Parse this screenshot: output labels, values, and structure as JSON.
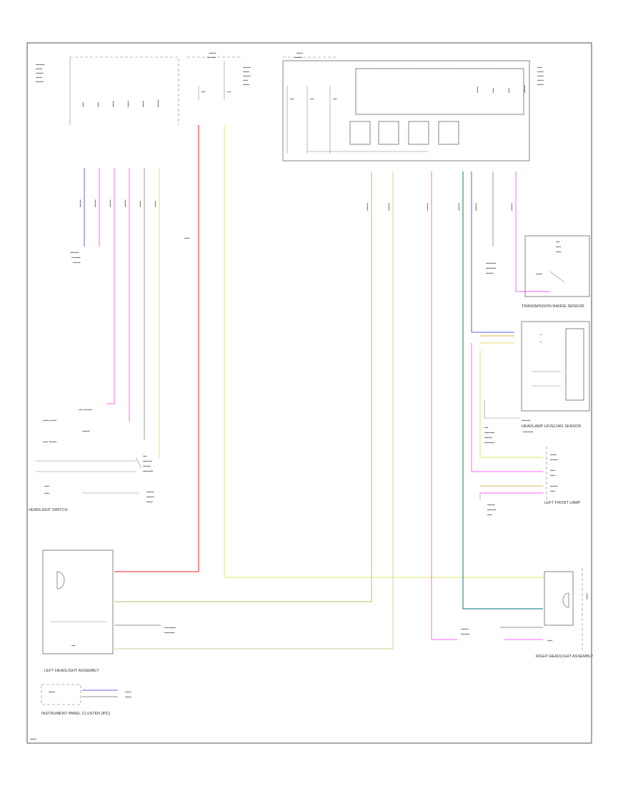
{
  "colors": {
    "frame": "#555555",
    "wire_red": "#ff4d4d",
    "wire_yellow": "#e6e68a",
    "wire_pink": "#ff80ff",
    "wire_blue": "#8080e6",
    "wire_teal": "#2e8b8b",
    "wire_gray": "#999999",
    "wire_olive": "#cccc88",
    "wire_tan": "#e6c27a"
  },
  "labels": {
    "headlight_switch": "HEADLIGHT SWITCH",
    "left_headlight_assembly": "LEFT HEADLIGHT ASSEMBLY",
    "right_headlight_assembly": "RIGHT HEADLIGHT ASSEMBLY",
    "instrument_panel_cluster": "INSTRUMENT PANEL CLUSTER (IPC)",
    "body_control_module": "BODY CONTROL MODULE",
    "transmission_range_sensor": "TRANSMISSION RANGE SENSOR",
    "headlamp_leveling": "HEADLAMP LEVELING SENSOR",
    "left_front_lamp": "LEFT FRONT LAMP",
    "courtesy_lamp_system": "COURTESY LAMP SYSTEM",
    "hot_at_all_times": "HOT AT ALL TIMES",
    "hot_in_run": "HOT IN RUN",
    "fuse": "FUSE",
    "ground": "GROUND"
  }
}
